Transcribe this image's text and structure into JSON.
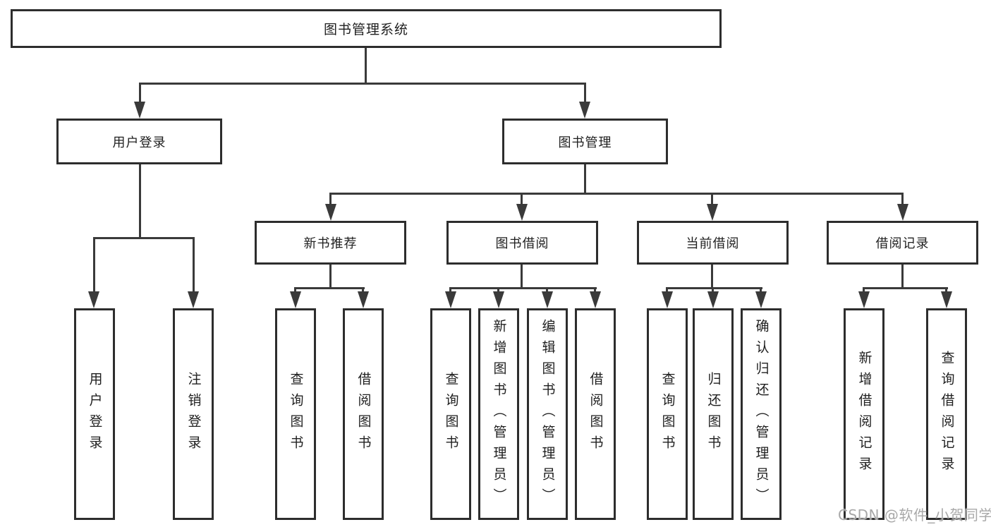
{
  "diagram": {
    "root": {
      "label": "图书管理系统",
      "children": [
        {
          "label": "用户登录",
          "children": [
            {
              "label": "用户登录"
            },
            {
              "label": "注销登录"
            }
          ]
        },
        {
          "label": "图书管理",
          "children": [
            {
              "label": "新书推荐",
              "children": [
                {
                  "label": "查询图书"
                },
                {
                  "label": "借阅图书"
                }
              ]
            },
            {
              "label": "图书借阅",
              "children": [
                {
                  "label": "查询图书"
                },
                {
                  "label": "新增图书（管理员）"
                },
                {
                  "label": "编辑图书（管理员）"
                },
                {
                  "label": "借阅图书"
                }
              ]
            },
            {
              "label": "当前借阅",
              "children": [
                {
                  "label": "查询图书"
                },
                {
                  "label": "归还图书"
                },
                {
                  "label": "确认归还（管理员）"
                }
              ]
            },
            {
              "label": "借阅记录",
              "children": [
                {
                  "label": "新增借阅记录"
                },
                {
                  "label": "查询借阅记录"
                }
              ]
            }
          ]
        }
      ]
    }
  },
  "watermark": {
    "text": "CSDN @软件_小贺同学"
  },
  "colors": {
    "line": "#3a3a3a",
    "box_border": "#2d2d2d",
    "text": "#1f1f1f",
    "watermark": "#a8a8a8",
    "background": "#ffffff"
  }
}
